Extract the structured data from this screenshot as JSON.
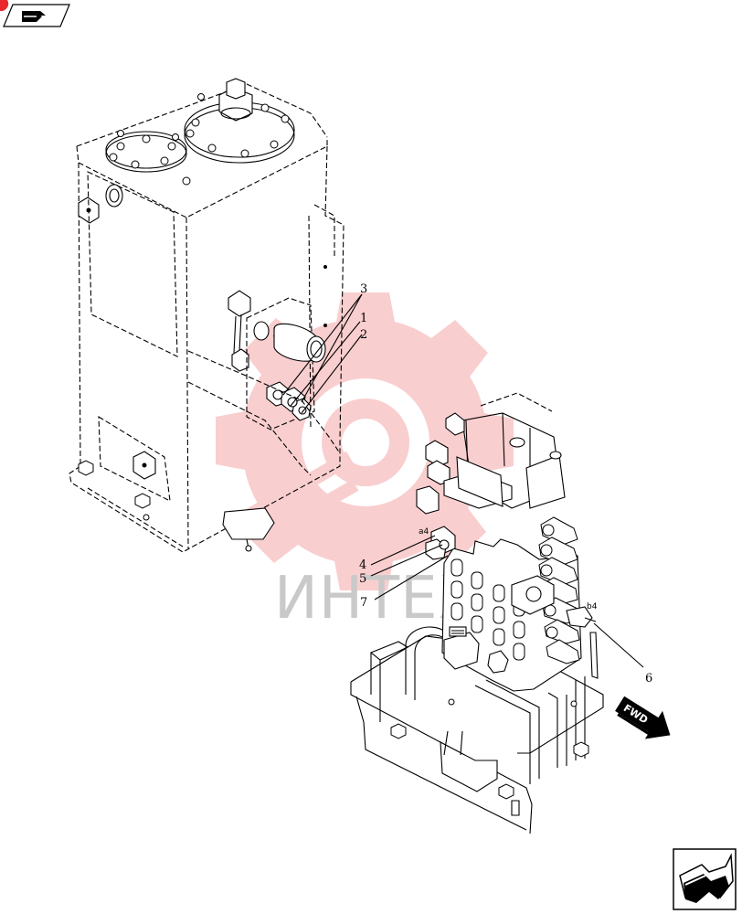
{
  "watermark": {
    "text": "ИНТЕХ",
    "color": "#e8262b"
  },
  "callouts": {
    "c1": "1",
    "c2": "2",
    "c3": "3",
    "c4": "4",
    "c5": "5",
    "c6": "6",
    "c7": "7"
  },
  "ports": {
    "a4": "a4",
    "b4": "b4"
  },
  "direction_arrow": {
    "label": "FWD"
  },
  "navigation": {
    "back_icon": "back-arrow-icon",
    "next_icon": "next-arrow-icon",
    "accent_color": "#e8262b"
  }
}
